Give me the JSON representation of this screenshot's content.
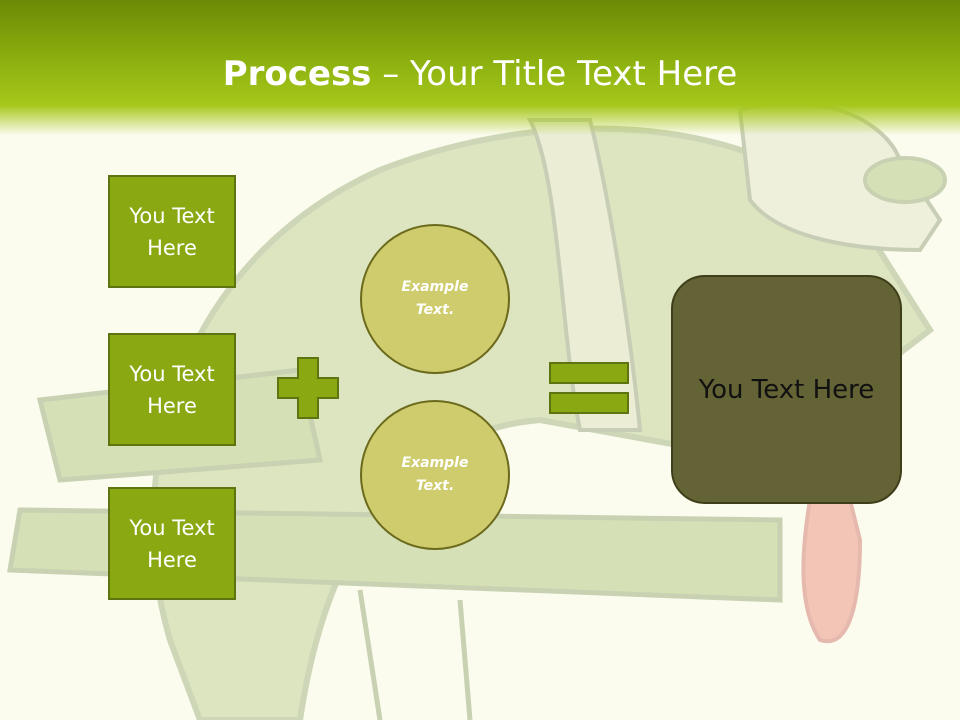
{
  "slide": {
    "title_bold": "Process",
    "title_rest": " – Your Title Text Here"
  },
  "left_boxes": [
    {
      "text": "You Text Here"
    },
    {
      "text": "You Text Here"
    },
    {
      "text": "You Text Here"
    }
  ],
  "circles": [
    {
      "text": "Example Text."
    },
    {
      "text": "Example Text."
    }
  ],
  "result": {
    "text": "You Text Here"
  },
  "colors": {
    "header_green": "#8cb00e",
    "box_fill": "#8aa812",
    "circle_fill": "#cfcc6e",
    "result_fill": "#646335"
  }
}
